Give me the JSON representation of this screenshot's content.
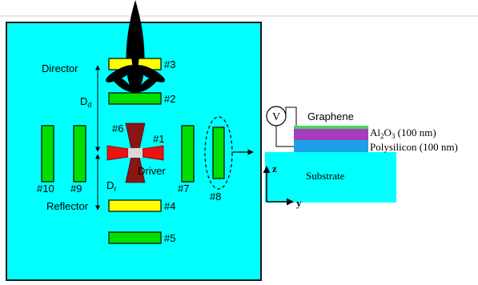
{
  "colors": {
    "substrate_panel": "#00ffff",
    "panel_border": "#1a1a1a",
    "element_green": "#00e000",
    "element_yellow": "#ffff00",
    "driver_red": "#ee1111",
    "feed_gray": "#d8d8d8",
    "radiation_pattern": "#000000",
    "graphene_layer": "#49d266",
    "al2o3_layer": "#a63dbf",
    "polysilicon_layer": "#1fa0e6",
    "substrate_block": "#00ffff"
  },
  "labels": {
    "director": "Director",
    "reflector": "Reflector",
    "driver": "Driver",
    "dd_main": "D",
    "dd_sub": "d",
    "dr_main": "D",
    "dr_sub": "r",
    "elem_1": "#1",
    "elem_2": "#2",
    "elem_3": "#3",
    "elem_4": "#4",
    "elem_5": "#5",
    "elem_6": "#6",
    "elem_7": "#7",
    "elem_8": "#8",
    "elem_9": "#9",
    "elem_10": "#10"
  },
  "cross_section": {
    "voltage_source": "V",
    "graphene": "Graphene",
    "al2o3_prefix": "Al",
    "al2o3_sub1": "2",
    "al2o3_mid": "O",
    "al2o3_sub2": "3",
    "al2o3_suffix": " (100 nm)",
    "polysilicon": "Polysilicon (100 nm)",
    "substrate": "Substrate",
    "axis_z": "z",
    "axis_y": "y"
  },
  "icons": {
    "pattern": "radiation-pattern-icon",
    "feed": "feed-gap-icon",
    "arrow": "right-arrow-icon",
    "source": "voltage-source-icon"
  }
}
